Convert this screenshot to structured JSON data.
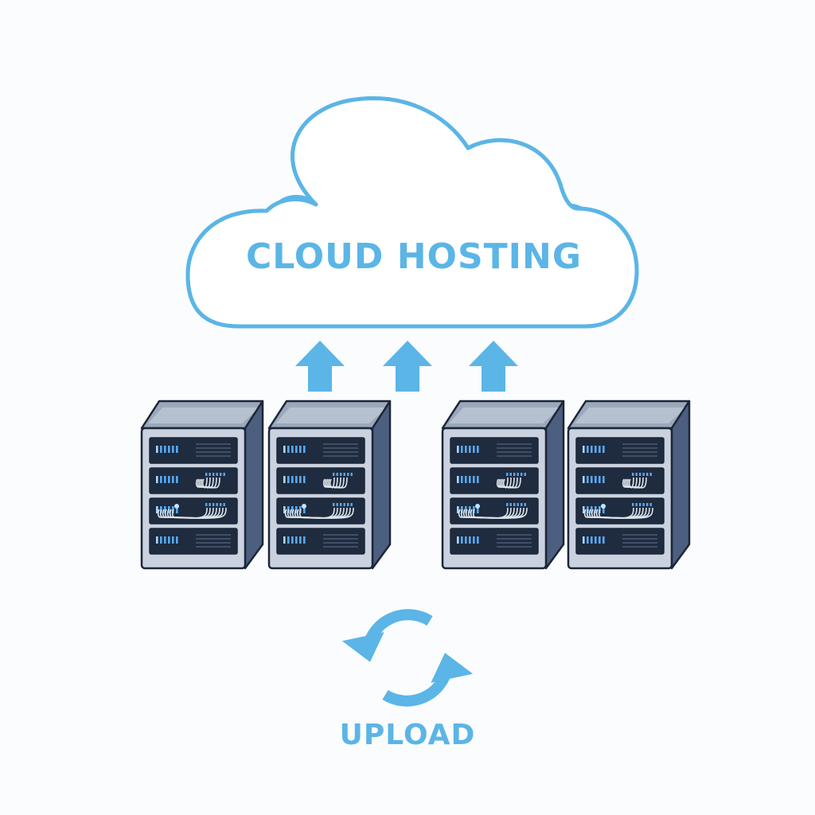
{
  "cloud": {
    "label": "CLOUD HOSTING",
    "icon": "cloud-icon"
  },
  "arrows": {
    "count": 3,
    "icon": "arrow-up-icon"
  },
  "servers": {
    "count": 4,
    "icon": "server-rack-icon"
  },
  "sync": {
    "label": "UPLOAD",
    "icon": "sync-icon"
  },
  "colors": {
    "background": "#fbfcfd",
    "accent_blue": "#5bb5e6",
    "cloud_fill": "#ffffff",
    "cloud_shade": "#e4f1f9",
    "server_front": "#c9d2de",
    "server_side": "#4c5f80",
    "server_top": "#9aa8bb",
    "server_outline": "#1c2638",
    "server_bay": "#1f2b3e",
    "led_blue": "#5aa8f0"
  }
}
